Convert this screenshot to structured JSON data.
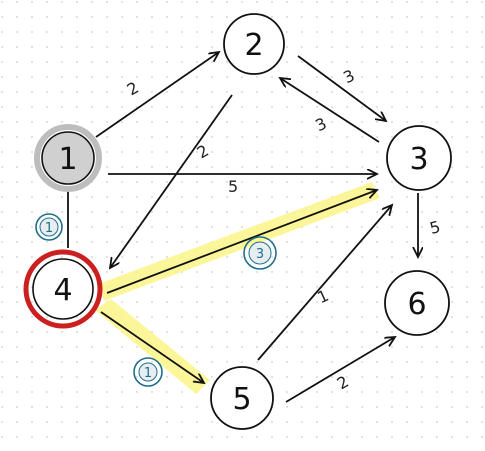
{
  "graph": {
    "nodes": [
      {
        "id": "1",
        "label": "1",
        "state": "visited-source"
      },
      {
        "id": "2",
        "label": "2",
        "state": "default"
      },
      {
        "id": "3",
        "label": "3",
        "state": "default"
      },
      {
        "id": "4",
        "label": "4",
        "state": "current"
      },
      {
        "id": "5",
        "label": "5",
        "state": "default"
      },
      {
        "id": "6",
        "label": "6",
        "state": "default"
      }
    ],
    "edges": [
      {
        "from": "1",
        "to": "2",
        "weight": "2"
      },
      {
        "from": "2",
        "to": "4",
        "weight": "2"
      },
      {
        "from": "1",
        "to": "3",
        "weight": "5"
      },
      {
        "from": "2",
        "to": "3",
        "weight": "3"
      },
      {
        "from": "3",
        "to": "2",
        "weight": "3"
      },
      {
        "from": "3",
        "to": "6",
        "weight": "5"
      },
      {
        "from": "4",
        "to": "3",
        "weight": ""
      },
      {
        "from": "4",
        "to": "5",
        "weight": ""
      },
      {
        "from": "5",
        "to": "3",
        "weight": "1"
      },
      {
        "from": "5",
        "to": "6",
        "weight": "2"
      }
    ],
    "highlighted_paths": [
      {
        "from": "4",
        "to": "3",
        "badge": "3"
      },
      {
        "from": "4",
        "to": "5",
        "badge": "1"
      }
    ],
    "badges": [
      {
        "label": "1",
        "meaning": "distance 1→4"
      },
      {
        "label": "3",
        "meaning": "distance 4→3"
      },
      {
        "label": "1",
        "meaning": "distance 4→5"
      }
    ],
    "colors": {
      "stroke": "#111111",
      "current_ring": "#cc1f1f",
      "visited_ring": "#bdbdbd",
      "highlight": "#fbf58a",
      "badge": "#1f6f8b",
      "grid_dot": "#d9d9d9"
    }
  }
}
